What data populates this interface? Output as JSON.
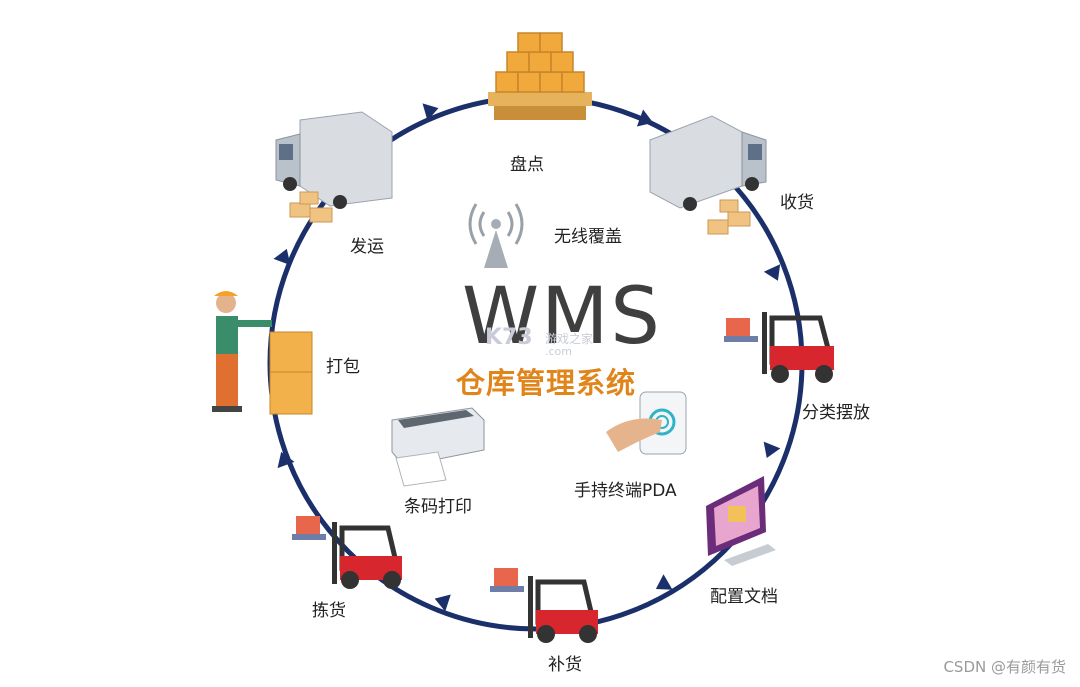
{
  "title": "WMS",
  "subtitle": "仓库管理系统",
  "watermark": {
    "logo": "K73",
    "text": "游戏之家",
    "domain": ".com"
  },
  "cycle": {
    "inventory": "盘点",
    "receiving": "收货",
    "sorting": "分类摆放",
    "config_docs": "配置文档",
    "replenish": "补货",
    "picking": "拣货",
    "packing": "打包",
    "shipping": "发运"
  },
  "center": {
    "wireless": "无线覆盖",
    "barcode": "条码打印",
    "pda": "手持终端PDA"
  },
  "credit": "CSDN @有颜有货",
  "colors": {
    "ring": "#1b2f6b",
    "accent": "#e0851b",
    "box": "#f2a93b",
    "forklift": "#d8262e"
  }
}
